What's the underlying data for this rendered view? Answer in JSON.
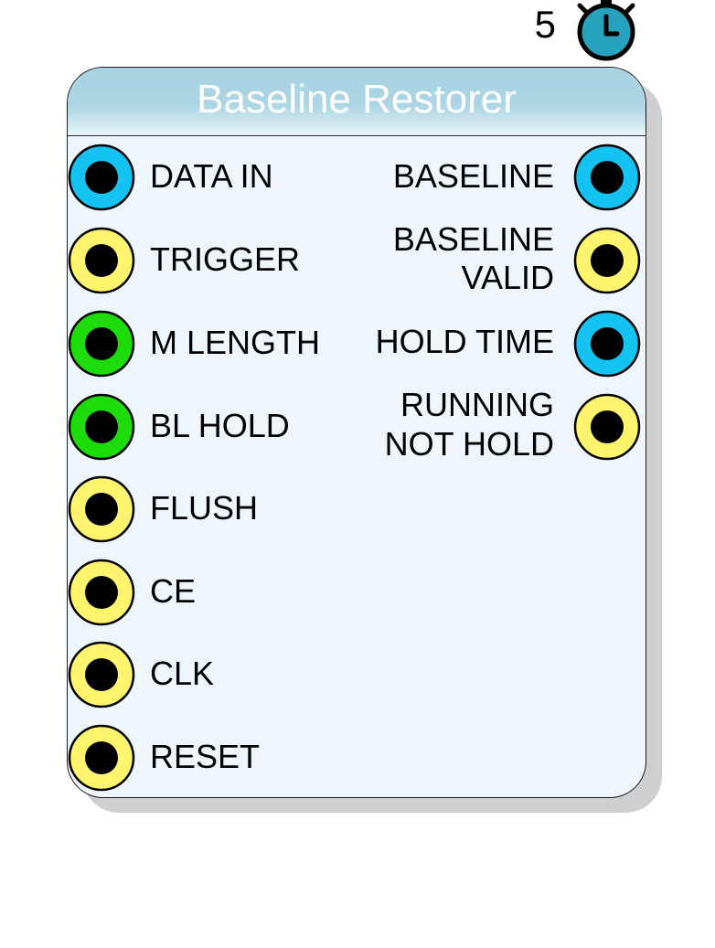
{
  "latency": {
    "value": "5",
    "icon": "stopwatch-icon"
  },
  "block": {
    "title": "Baseline Restorer"
  },
  "colors": {
    "blue": "#14c3f2",
    "yellow": "#fff46e",
    "green": "#1edc0a",
    "header": "#aad4e3",
    "body": "#eef6fc",
    "clock": "#27a2bd"
  },
  "inputs": [
    {
      "label": "DATA IN",
      "color": "blue"
    },
    {
      "label": "TRIGGER",
      "color": "yellow"
    },
    {
      "label": "M LENGTH",
      "color": "green"
    },
    {
      "label": "BL HOLD",
      "color": "green"
    },
    {
      "label": "FLUSH",
      "color": "yellow"
    },
    {
      "label": "CE",
      "color": "yellow"
    },
    {
      "label": "CLK",
      "color": "yellow"
    },
    {
      "label": "RESET",
      "color": "yellow"
    }
  ],
  "outputs": [
    {
      "line1": "BASELINE",
      "line2": "",
      "color": "blue"
    },
    {
      "line1": "BASELINE",
      "line2": "VALID",
      "color": "yellow"
    },
    {
      "line1": "HOLD TIME",
      "line2": "",
      "color": "blue"
    },
    {
      "line1": "RUNNING",
      "line2": "NOT HOLD",
      "color": "yellow"
    }
  ]
}
